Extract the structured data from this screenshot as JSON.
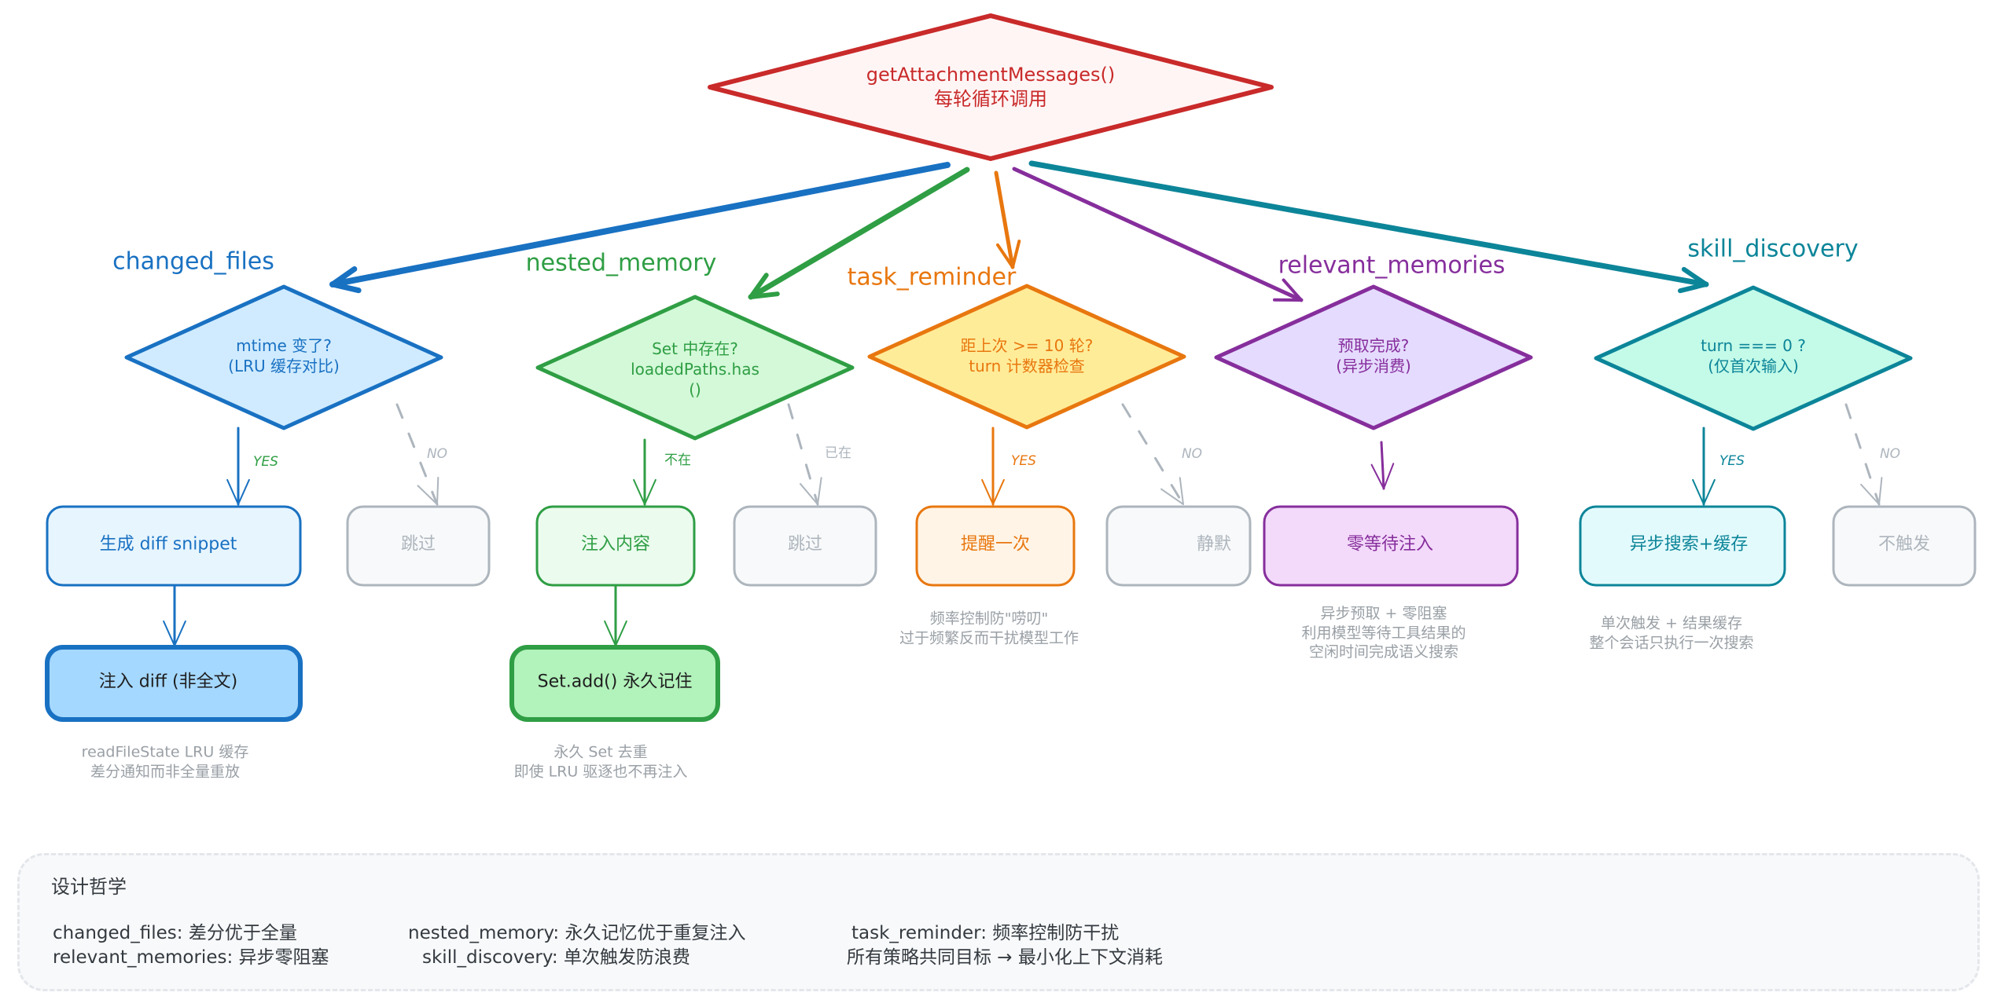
{
  "root": {
    "line1": "getAttachmentMessages()",
    "line2": "每轮循环调用",
    "color": "#c92a2a",
    "fill": "#fff5f5"
  },
  "branches": [
    {
      "key": "changed_files",
      "title": "changed_files",
      "color": "#1971c2",
      "fill": "#d0ebff",
      "question": [
        "mtime 变了?",
        "(LRU 缓存对比)"
      ],
      "yes_label": "YES",
      "yes_label_color": "#2f9e44",
      "no_label": "NO",
      "yes_box": "生成 diff snippet",
      "no_box": "跳过",
      "final_box": "注入 diff (非全文)",
      "note": [
        "readFileState LRU 缓存",
        "差分通知而非全量重放"
      ]
    },
    {
      "key": "nested_memory",
      "title": "nested_memory",
      "color": "#2f9e44",
      "fill": "#d3f9d8",
      "question": [
        "Set 中存在?",
        "loadedPaths.has",
        "()"
      ],
      "yes_label": "不在",
      "yes_label_color": "#2f9e44",
      "no_label": "已在",
      "yes_box": "注入内容",
      "no_box": "跳过",
      "final_box": "Set.add() 永久记住",
      "note": [
        "永久 Set 去重",
        "即使 LRU 驱逐也不再注入"
      ]
    },
    {
      "key": "task_reminder",
      "title": "task_reminder",
      "color": "#e8770f",
      "fill": "#ffec99",
      "question": [
        "距上次 >= 10 轮?",
        "turn 计数器检查"
      ],
      "yes_label": "YES",
      "yes_label_color": "#e8770f",
      "no_label": "NO",
      "yes_box": "提醒一次",
      "no_box": "静默",
      "note": [
        "频率控制防\"唠叨\"",
        "过于频繁反而干扰模型工作"
      ]
    },
    {
      "key": "relevant_memories",
      "title": "relevant_memories",
      "color": "#862e9c",
      "fill": "#e5dbff",
      "question": [
        "预取完成?",
        "(异步消费)"
      ],
      "yes_box": "零等待注入",
      "note": [
        "异步预取 + 零阻塞",
        "利用模型等待工具结果的",
        "空闲时间完成语义搜索"
      ]
    },
    {
      "key": "skill_discovery",
      "title": "skill_discovery",
      "color": "#0c8599",
      "fill": "#c3fae8",
      "question": [
        "turn === 0 ?",
        "(仅首次输入)"
      ],
      "yes_label": "YES",
      "yes_label_color": "#0c8599",
      "no_label": "NO",
      "yes_box": "异步搜索+缓存",
      "no_box": "不触发",
      "note": [
        "单次触发 + 结果缓存",
        "整个会话只执行一次搜索"
      ]
    }
  ],
  "neutral_color": "#adb5bd",
  "philosophy": {
    "title": "设计哲学",
    "items": [
      "changed_files: 差分优于全量",
      "nested_memory: 永久记忆优于重复注入",
      "task_reminder: 频率控制防干扰",
      "relevant_memories: 异步零阻塞",
      "skill_discovery: 单次触发防浪费",
      "所有策略共同目标 → 最小化上下文消耗"
    ]
  }
}
